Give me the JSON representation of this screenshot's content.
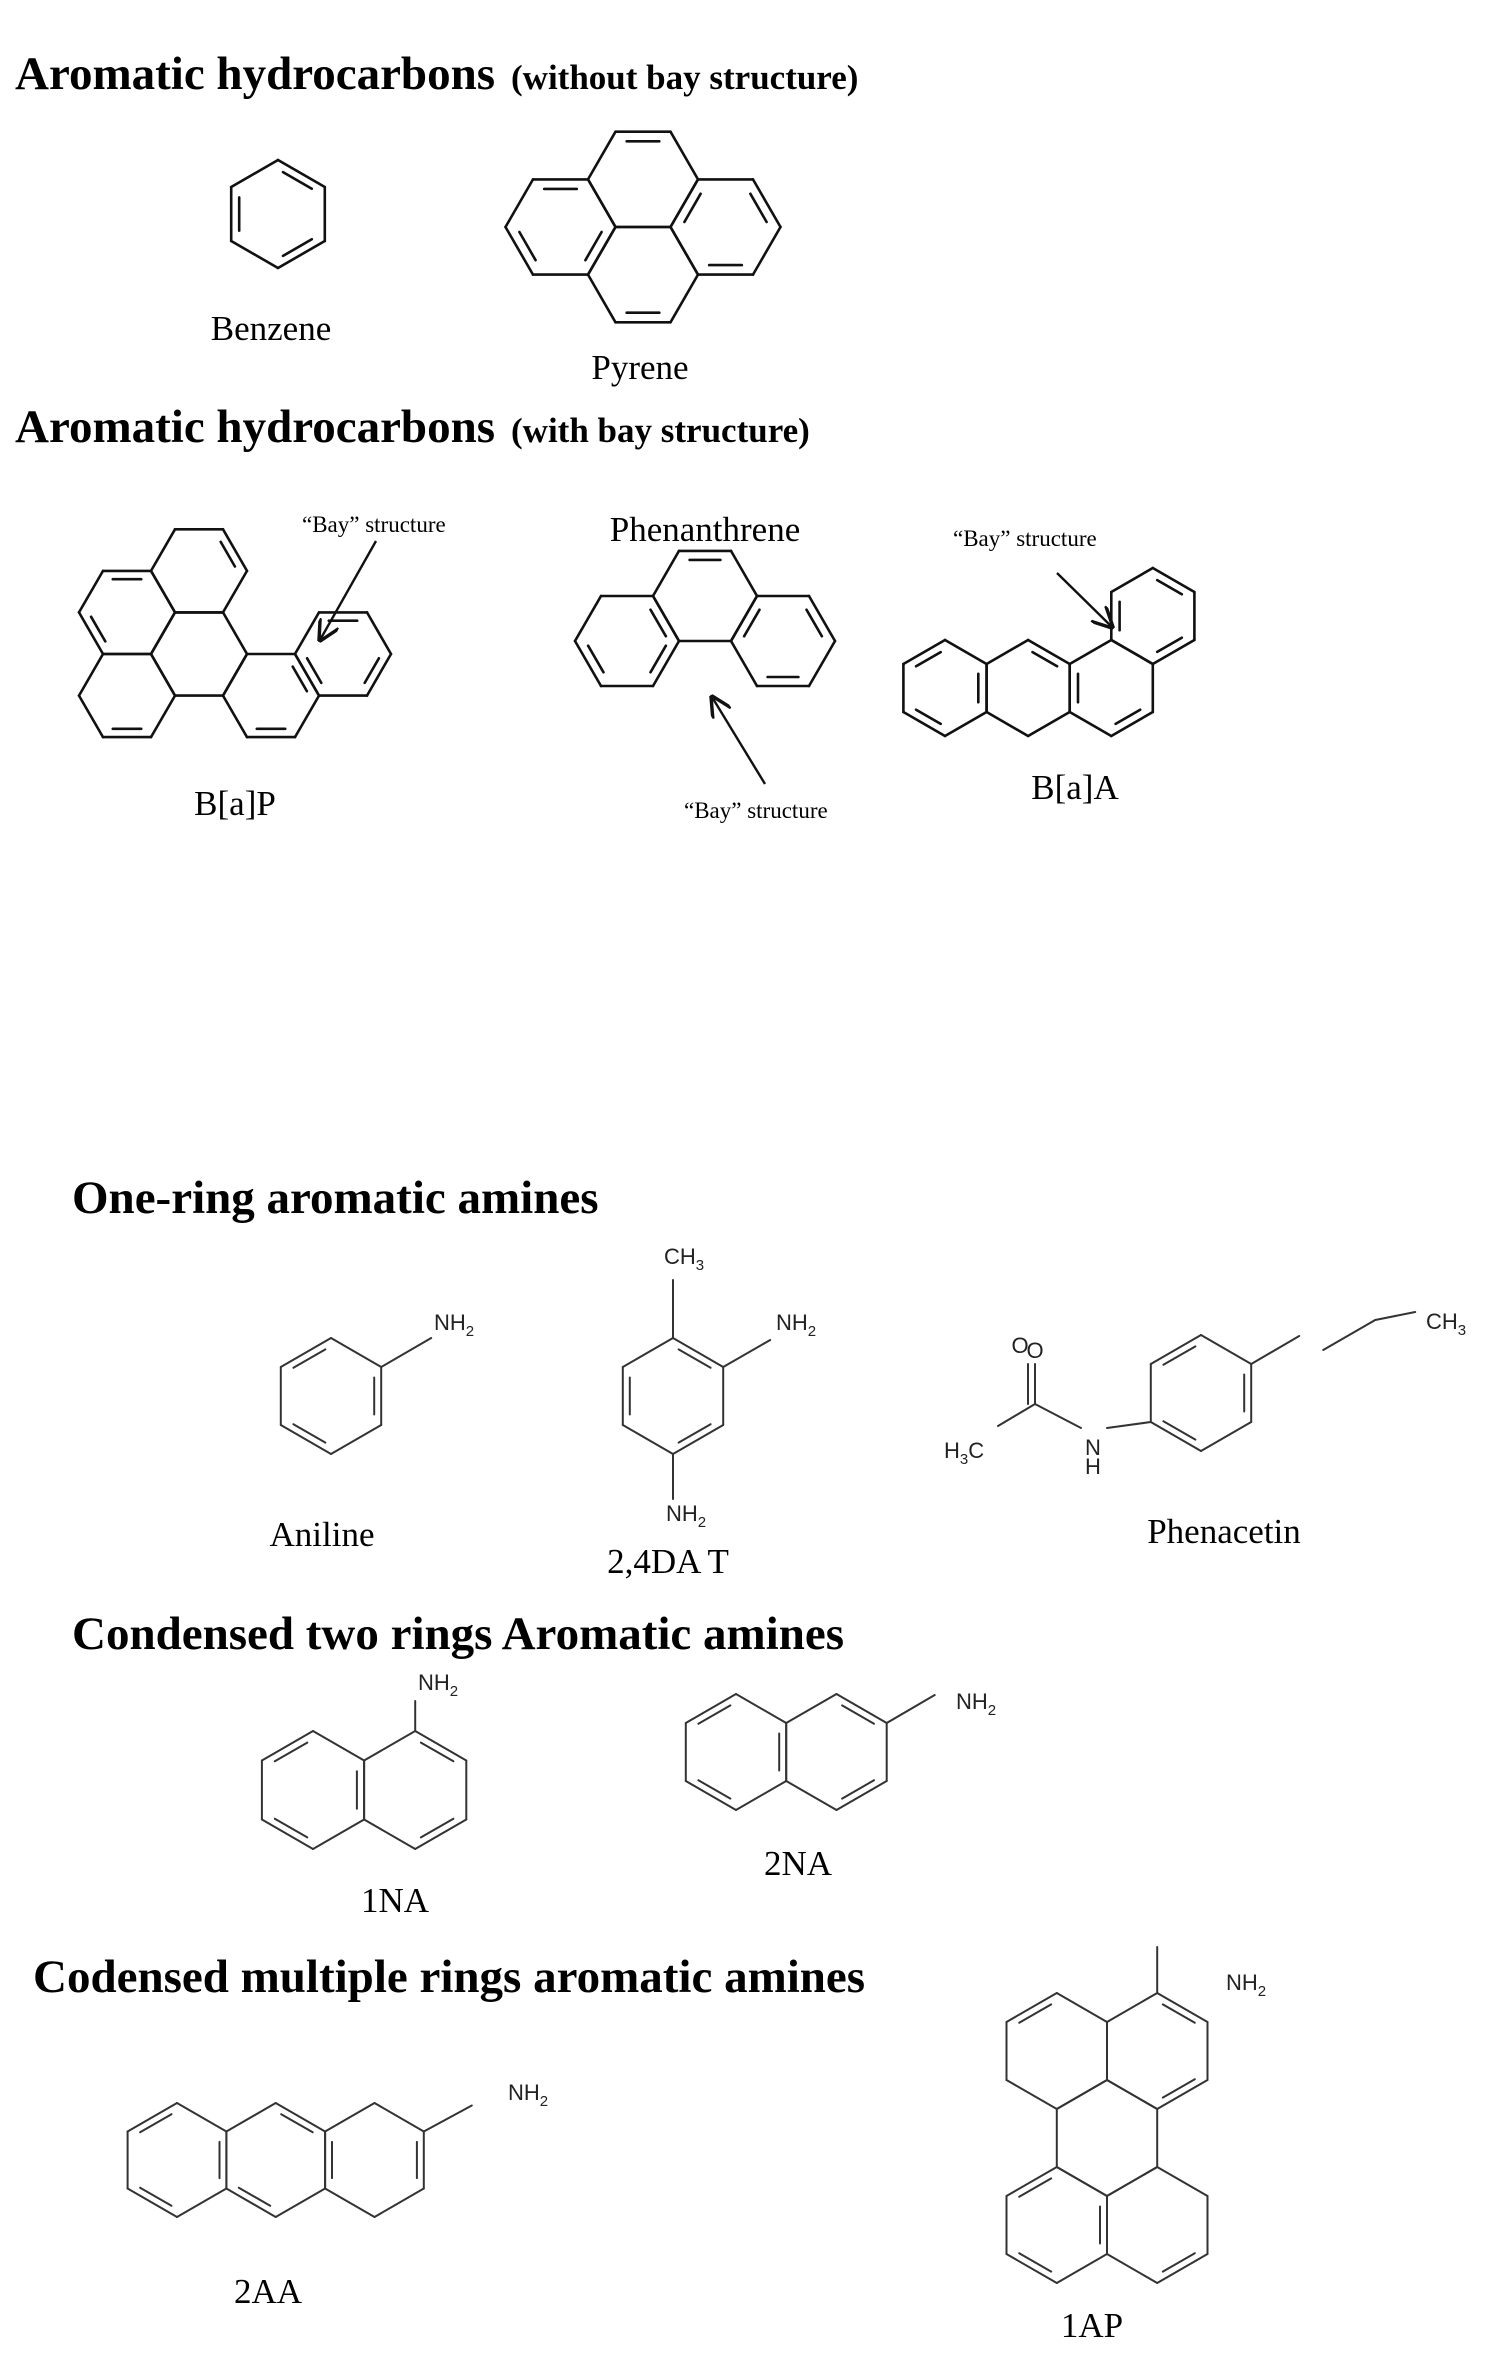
{
  "sections": {
    "pah_no_bay": {
      "title": "Aromatic hydrocarbons",
      "qualifier": "(without bay structure)"
    },
    "pah_bay": {
      "title": "Aromatic hydrocarbons",
      "qualifier": "(with bay structure)"
    },
    "one_ring": {
      "title": "One-ring aromatic amines"
    },
    "two_rings": {
      "title": "Condensed two  rings Aromatic amines"
    },
    "multi_rings": {
      "title": "Codensed multiple rings aromatic amines"
    }
  },
  "compounds": {
    "benzene": "Benzene",
    "pyrene": "Pyrene",
    "bap": "B[a]P",
    "phenanthrene": "Phenanthrene",
    "baa": "B[a]A",
    "aniline": "Aniline",
    "dat": "2,4DA T",
    "phenacetin": "Phenacetin",
    "na1": "1NA",
    "na2": "2NA",
    "aa2": "2AA",
    "ap1": "1AP"
  },
  "annotations": {
    "bay": "“Bay” structure"
  },
  "atoms": {
    "nh": "NH",
    "two": "2",
    "three": "3",
    "ch": "CH",
    "hc_h": "H",
    "hc_c": "C",
    "o": "O",
    "n": "N",
    "h": "H"
  }
}
